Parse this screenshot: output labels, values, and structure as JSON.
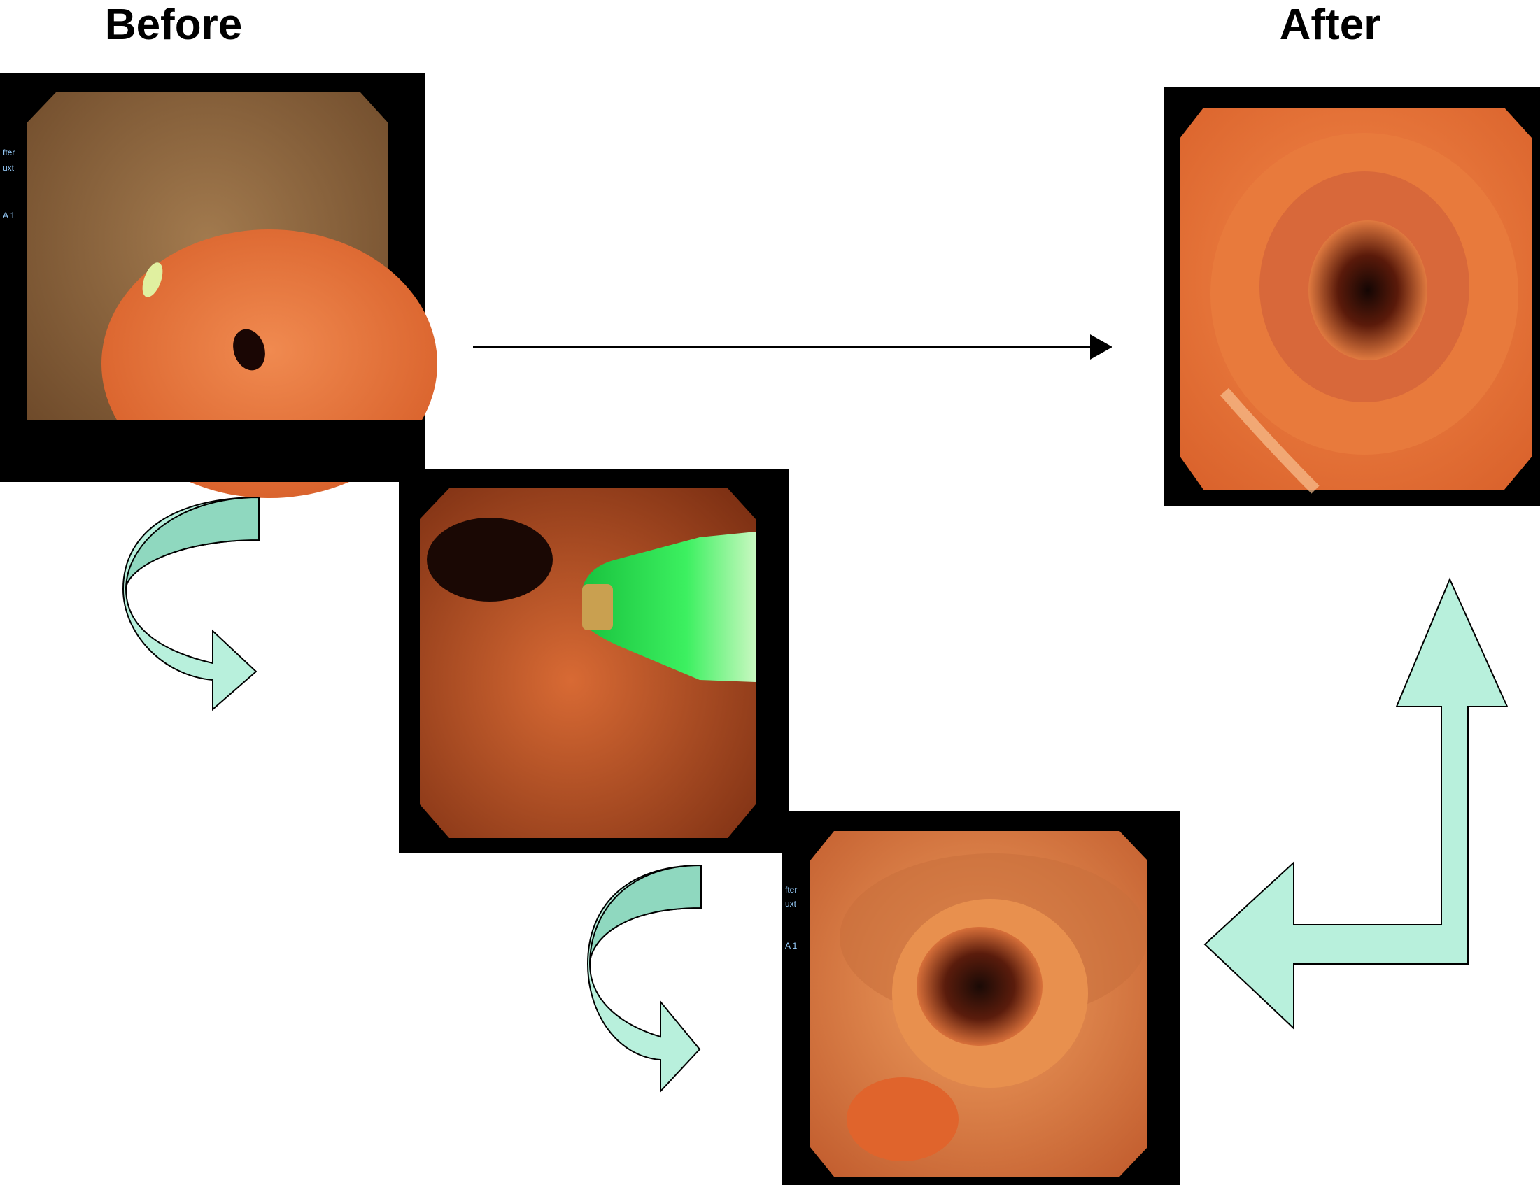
{
  "headings": {
    "before": "Before",
    "after": "After"
  },
  "overlay_text": {
    "panel1_line1": "fter",
    "panel1_line2": "uxt",
    "panel1_line3": "A 1",
    "panel4_line1": "fter",
    "panel4_line2": "uxt",
    "panel4_line3": "A 1"
  },
  "colors": {
    "arrow_fill": "#b8f0dc",
    "arrow_fill_dark": "#8fd8bf",
    "arrow_stroke": "#000000",
    "frame": "#000000",
    "tissue_orange": "#e8743a",
    "tissue_brown": "#8a5a30",
    "laser_green": "#2ee05a",
    "background": "#ffffff"
  },
  "icons": [
    "curved-arrow-icon",
    "right-arrow-icon",
    "bent-double-arrow-icon"
  ]
}
